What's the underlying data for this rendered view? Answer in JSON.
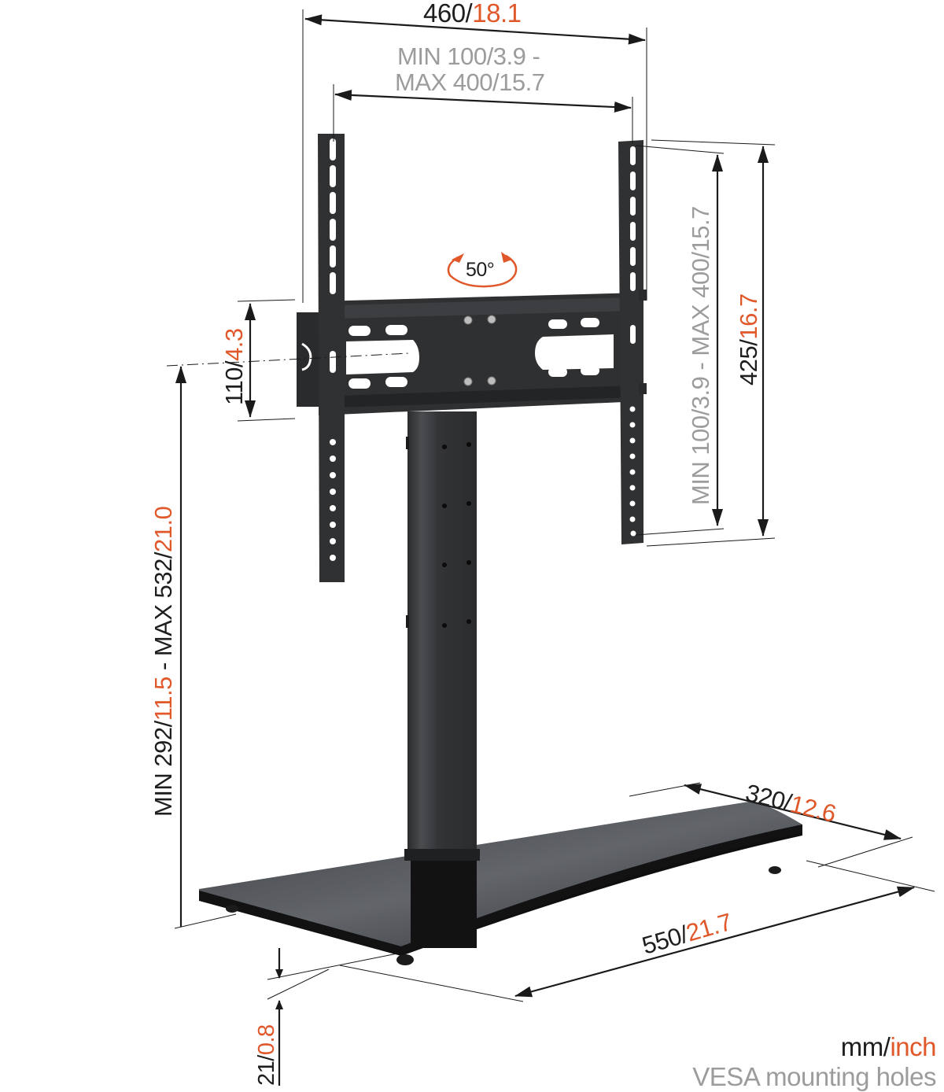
{
  "diagram": {
    "subject": "Table-top TV stand with VESA mounting bracket, dimension drawing",
    "colors": {
      "metric_text": "#1e1e1e",
      "imperial_text": "#e0582a",
      "vesa_text": "#9c9c9c",
      "metal": "#3a3b3d",
      "glass_base": "#4a4c4f"
    },
    "dimensions": {
      "bracket_width": {
        "mm": "460/",
        "inch": "18.1"
      },
      "vesa_horizontal": {
        "line1_mm": "MIN 100/",
        "line1_inch": "3.9 -",
        "line2_mm": "MAX 400/",
        "line2_inch": "15.7"
      },
      "vesa_vertical": {
        "text": "MIN 100/3.9 - MAX 400/15.7"
      },
      "bracket_height": {
        "mm": "425/",
        "inch": "16.7"
      },
      "swivel": {
        "value": "50°"
      },
      "crossbar_height": {
        "mm": "110/",
        "inch": "4.3"
      },
      "mount_height": {
        "min_mm": "MIN 292/",
        "min_inch": "11.5",
        "sep": " - ",
        "max_mm": "MAX 532/",
        "max_inch": "21.0"
      },
      "base_depth": {
        "mm": "320/",
        "inch": "12.6"
      },
      "base_width": {
        "mm": "550/",
        "inch": "21.7"
      },
      "foot_clearance": {
        "mm": "21/",
        "inch": "0.8"
      }
    },
    "legend": {
      "units_mm": "mm/",
      "units_inch": "inch",
      "vesa_note": "VESA mounting holes"
    }
  }
}
